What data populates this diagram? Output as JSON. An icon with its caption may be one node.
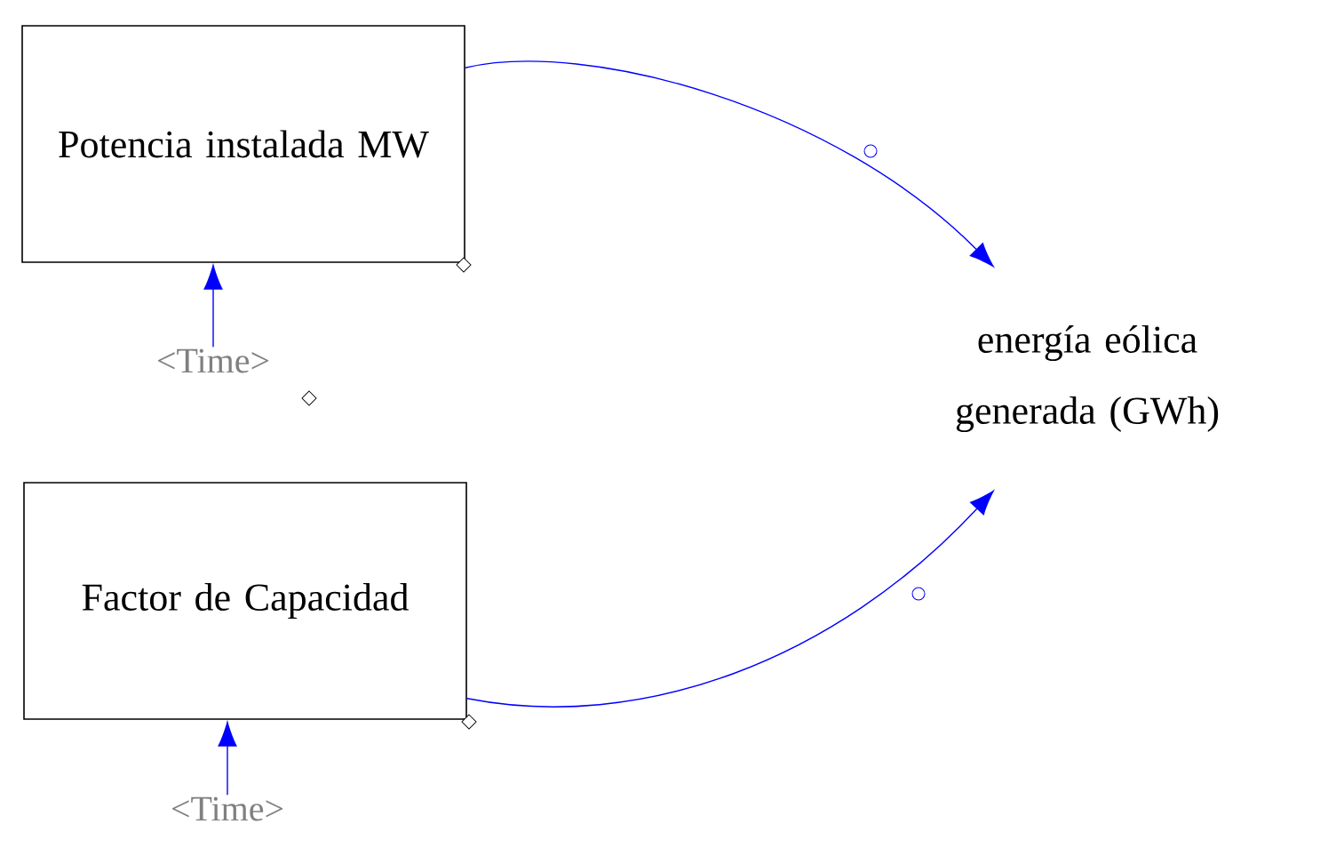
{
  "diagram": {
    "nodes": [
      {
        "text": [
          "Potencia instalada MW"
        ]
      },
      {
        "text": [
          "<Time>"
        ]
      },
      {
        "text": [
          "energía eólica generada (GWh)"
        ]
      },
      {
        "text": [
          "Factor de Capacidad"
        ]
      },
      {
        "text": [
          "<Time>"
        ]
      }
    ],
    "edges": [
      {
        "from": 0,
        "to": 2,
        "arrow": "to"
      },
      {
        "from": 3,
        "to": 2,
        "arrow": "to"
      },
      {
        "from": 1,
        "to": 0,
        "arrow": "to"
      },
      {
        "from": 4,
        "to": 3,
        "arrow": "to"
      }
    ]
  }
}
